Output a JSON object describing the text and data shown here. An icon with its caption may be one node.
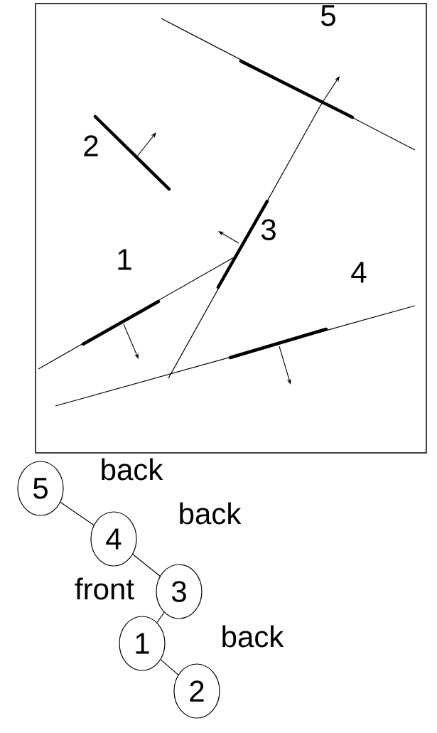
{
  "diagram": {
    "nodes": [
      {
        "text": [
          "5"
        ]
      },
      {
        "text": [
          "4"
        ]
      },
      {
        "text": [
          "3"
        ]
      },
      {
        "text": [
          "1"
        ]
      },
      {
        "text": [
          "2"
        ]
      }
    ],
    "edges": [
      {
        "from": 0,
        "to": 1,
        "arrow": "none"
      },
      {
        "from": 1,
        "to": 2,
        "arrow": "none"
      },
      {
        "from": 2,
        "to": 3,
        "arrow": "none"
      },
      {
        "from": 3,
        "to": 4,
        "arrow": "none"
      }
    ],
    "labels": [
      "5",
      "2",
      "3",
      "1",
      "4",
      "back",
      "back",
      "front",
      "back"
    ]
  }
}
